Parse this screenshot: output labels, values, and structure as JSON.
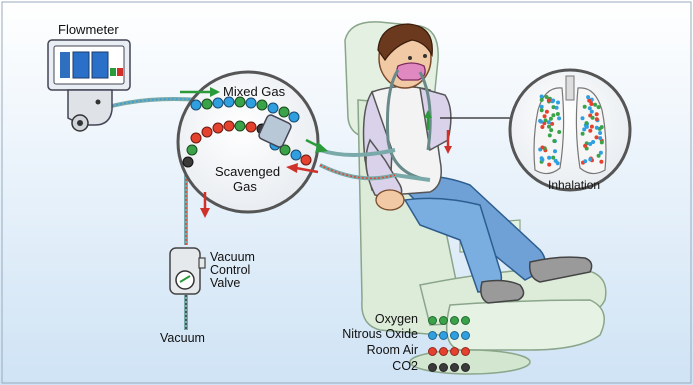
{
  "labels": {
    "flowmeter": "Flowmeter",
    "mixed_gas": "Mixed Gas",
    "scavenged_gas_line1": "Scavenged",
    "scavenged_gas_line2": "Gas",
    "inhalation": "Inhalation",
    "vacuum_control_line1": "Vacuum",
    "vacuum_control_line2": "Control",
    "vacuum_control_line3": "Valve",
    "vacuum": "Vacuum"
  },
  "legend": [
    {
      "label": "Oxygen",
      "color": "#3aa34a"
    },
    {
      "label": "Nitrous Oxide",
      "color": "#2f9fe0"
    },
    {
      "label": "Room Air",
      "color": "#e5412f"
    },
    {
      "label": "CO2",
      "color": "#3a3a3a"
    }
  ],
  "colors": {
    "background_top": "#ffffff",
    "background_bottom": "#cfe3f5",
    "oxygen": "#3aa34a",
    "nitrous_oxide": "#2f9fe0",
    "room_air": "#e5412f",
    "co2": "#3a3a3a",
    "chair": "#dfeedd",
    "jeans": "#6fa1d6",
    "shirt": "#d9d2ea"
  }
}
